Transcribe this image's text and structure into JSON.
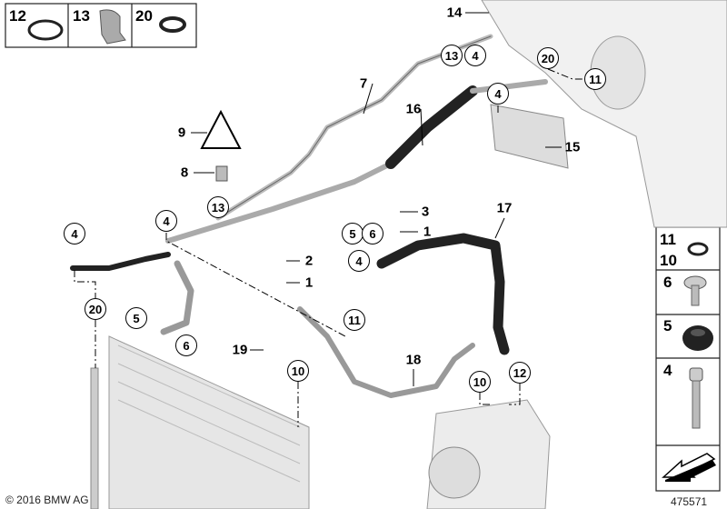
{
  "top_parts_box": [
    {
      "label": "12",
      "icon": "o-ring-icon"
    },
    {
      "label": "13",
      "icon": "clip-icon"
    },
    {
      "label": "20",
      "icon": "seal-ring-icon"
    }
  ],
  "side_parts_box": [
    {
      "label": "11",
      "label2": "10",
      "icon": "o-ring-icon"
    },
    {
      "label": "6",
      "icon": "screw-icon"
    },
    {
      "label": "5",
      "icon": "rubber-grommet-icon"
    },
    {
      "label": "4",
      "icon": "bolt-icon"
    },
    {
      "label": "",
      "icon": "direction-arrow-icon"
    }
  ],
  "callouts": [
    {
      "label": "14"
    },
    {
      "label": "7"
    },
    {
      "label": "16"
    },
    {
      "label": "15"
    },
    {
      "label": "9"
    },
    {
      "label": "8"
    },
    {
      "label": "3"
    },
    {
      "label": "1"
    },
    {
      "label": "17"
    },
    {
      "label": "2"
    },
    {
      "label": "1"
    },
    {
      "label": "19"
    },
    {
      "label": "18"
    },
    {
      "label": "13"
    },
    {
      "label": "4"
    },
    {
      "label": "20"
    },
    {
      "label": "11"
    },
    {
      "label": "4"
    },
    {
      "label": "13"
    },
    {
      "label": "4"
    },
    {
      "label": "4"
    },
    {
      "label": "5"
    },
    {
      "label": "6"
    },
    {
      "label": "4"
    },
    {
      "label": "11"
    },
    {
      "label": "20"
    },
    {
      "label": "5"
    },
    {
      "label": "6"
    },
    {
      "label": "10"
    },
    {
      "label": "10"
    },
    {
      "label": "12"
    }
  ],
  "copyright": "© 2016 BMW AG",
  "diagram_number": "475571"
}
